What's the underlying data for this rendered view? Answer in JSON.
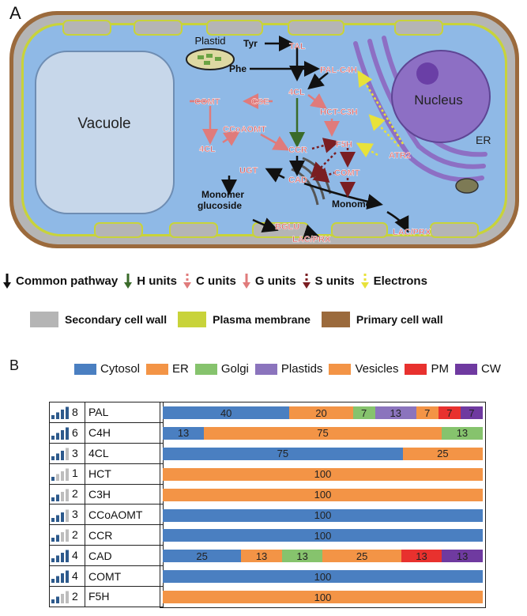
{
  "panel_a": {
    "letter": "A",
    "cell_labels": {
      "vacuole": "Vacuole",
      "nucleus": "Nucleus",
      "er": "ER",
      "plastid": "Plastid"
    },
    "metabolites": [
      "Tyr",
      "Phe",
      "Monomer glucoside",
      "Monomer"
    ],
    "enzymes": [
      "TAL",
      "PAL-C4H",
      "4CL",
      "HCT-C3H",
      "CSE",
      "COMT",
      "CCoAOMT",
      "4CL",
      "CCR",
      "F5H",
      "COMT",
      "CAD",
      "UGT",
      "ATR2",
      "BGLU",
      "LAC/PRX",
      "LAC/PRX"
    ],
    "colors": {
      "cytoplasm": "#8fb9e6",
      "vacuole": "#c7d7ea",
      "secondary_wall": "#b5b5b5",
      "plasma_membrane": "#c8d33a",
      "primary_wall": "#9b6a3c",
      "enzyme_text": "#e06464",
      "nucleus": "#8d6fc4"
    }
  },
  "arrow_legend": [
    {
      "label": "Common pathway",
      "style": "solid",
      "color": "#111111"
    },
    {
      "label": "H units",
      "style": "solid",
      "color": "#3a6b2a"
    },
    {
      "label": "C units",
      "style": "dotted",
      "color": "#e07b7b"
    },
    {
      "label": "G units",
      "style": "solid",
      "color": "#e07b7b"
    },
    {
      "label": "S units",
      "style": "dotted",
      "color": "#7a1e22"
    },
    {
      "label": "Electrons",
      "style": "dotted",
      "color": "#e8e23a"
    }
  ],
  "wall_legend": [
    {
      "label": "Secondary cell wall",
      "color": "#b5b5b5"
    },
    {
      "label": "Plasma membrane",
      "color": "#c8d33a"
    },
    {
      "label": "Primary cell wall",
      "color": "#9b6a3c"
    }
  ],
  "panel_b": {
    "letter": "B",
    "locations": [
      {
        "name": "Cytosol",
        "color": "#4a7fc1"
      },
      {
        "name": "ER",
        "color": "#f39446"
      },
      {
        "name": "Golgi",
        "color": "#86c36d"
      },
      {
        "name": "Plastids",
        "color": "#8b74bd"
      },
      {
        "name": "Vesicles",
        "color": "#f39446"
      },
      {
        "name": "PM",
        "color": "#e8312e"
      },
      {
        "name": "CW",
        "color": "#6f3aa0"
      }
    ],
    "rows": [
      {
        "count": "8",
        "level": 4,
        "enzyme": "PAL",
        "segments": [
          {
            "loc": "Cytosol",
            "value": 40
          },
          {
            "loc": "ER",
            "value": 20
          },
          {
            "loc": "Golgi",
            "value": 7
          },
          {
            "loc": "Plastids",
            "value": 13
          },
          {
            "loc": "Vesicles",
            "value": 7
          },
          {
            "loc": "PM",
            "value": 7
          },
          {
            "loc": "CW",
            "value": 7
          }
        ]
      },
      {
        "count": "6",
        "level": 4,
        "enzyme": "C4H",
        "segments": [
          {
            "loc": "Cytosol",
            "value": 13
          },
          {
            "loc": "ER",
            "value": 75
          },
          {
            "loc": "Golgi",
            "value": 13
          }
        ]
      },
      {
        "count": "3",
        "level": 3,
        "enzyme": "4CL",
        "segments": [
          {
            "loc": "Cytosol",
            "value": 75
          },
          {
            "loc": "ER",
            "value": 25
          }
        ]
      },
      {
        "count": "1",
        "level": 1,
        "enzyme": "HCT",
        "segments": [
          {
            "loc": "ER",
            "value": 100
          }
        ]
      },
      {
        "count": "2",
        "level": 2,
        "enzyme": "C3H",
        "segments": [
          {
            "loc": "ER",
            "value": 100
          }
        ]
      },
      {
        "count": "3",
        "level": 3,
        "enzyme": "CCoAOMT",
        "segments": [
          {
            "loc": "Cytosol",
            "value": 100
          }
        ]
      },
      {
        "count": "2",
        "level": 2,
        "enzyme": "CCR",
        "segments": [
          {
            "loc": "Cytosol",
            "value": 100
          }
        ]
      },
      {
        "count": "4",
        "level": 4,
        "enzyme": "CAD",
        "segments": [
          {
            "loc": "Cytosol",
            "value": 25
          },
          {
            "loc": "ER",
            "value": 13
          },
          {
            "loc": "Golgi",
            "value": 13
          },
          {
            "loc": "Vesicles",
            "value": 25
          },
          {
            "loc": "PM",
            "value": 13
          },
          {
            "loc": "CW",
            "value": 13
          }
        ]
      },
      {
        "count": "4",
        "level": 4,
        "enzyme": "COMT",
        "segments": [
          {
            "loc": "Cytosol",
            "value": 100
          }
        ]
      },
      {
        "count": "2",
        "level": 2,
        "enzyme": "F5H",
        "segments": [
          {
            "loc": "ER",
            "value": 100
          }
        ]
      }
    ]
  }
}
